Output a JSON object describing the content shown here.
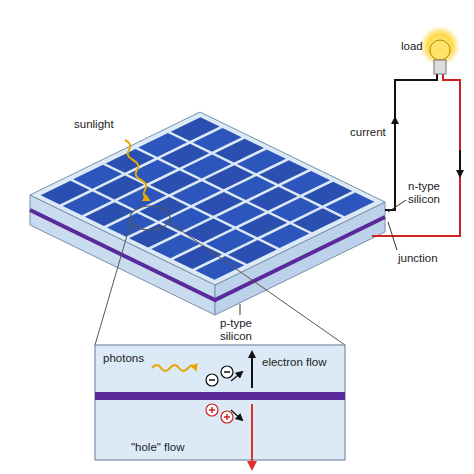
{
  "diagram": {
    "labels": [
      "load",
      "current",
      "sunlight",
      "n-type silicon",
      "junction",
      "p-type silicon",
      "photons",
      "electron flow",
      "\"hole\" flow"
    ]
  }
}
